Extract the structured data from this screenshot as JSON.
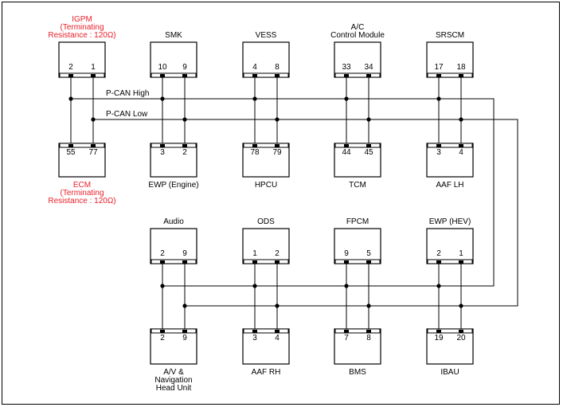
{
  "colors": {
    "line": "#000000",
    "terminating_label": "#e8202a",
    "background": "#ffffff"
  },
  "bus": {
    "high_label": "P-CAN High",
    "low_label": "P-CAN Low"
  },
  "modules": {
    "igpm": {
      "label": [
        "IGPM",
        "(Terminating",
        "Resistance : 120Ω)"
      ],
      "pins": [
        "2",
        "1"
      ],
      "terminating": true
    },
    "smk": {
      "label": [
        "SMK"
      ],
      "pins": [
        "10",
        "9"
      ]
    },
    "vess": {
      "label": [
        "VESS"
      ],
      "pins": [
        "4",
        "8"
      ]
    },
    "ac_control_module": {
      "label": [
        "A/C",
        "Control Module"
      ],
      "pins": [
        "33",
        "34"
      ]
    },
    "srscm": {
      "label": [
        "SRSCM"
      ],
      "pins": [
        "17",
        "18"
      ]
    },
    "ecm": {
      "label": [
        "ECM",
        "(Terminating",
        "Resistance : 120Ω)"
      ],
      "pins": [
        "55",
        "77"
      ],
      "terminating": true
    },
    "ewp_engine": {
      "label": [
        "EWP (Engine)"
      ],
      "pins": [
        "3",
        "2"
      ]
    },
    "hpcu": {
      "label": [
        "HPCU"
      ],
      "pins": [
        "78",
        "79"
      ]
    },
    "tcm": {
      "label": [
        "TCM"
      ],
      "pins": [
        "44",
        "45"
      ]
    },
    "aaf_lh": {
      "label": [
        "AAF LH"
      ],
      "pins": [
        "3",
        "4"
      ]
    },
    "audio": {
      "label": [
        "Audio"
      ],
      "pins": [
        "2",
        "9"
      ]
    },
    "ods": {
      "label": [
        "ODS"
      ],
      "pins": [
        "1",
        "2"
      ]
    },
    "fpcm": {
      "label": [
        "FPCM"
      ],
      "pins": [
        "9",
        "5"
      ]
    },
    "ewp_hev": {
      "label": [
        "EWP (HEV)"
      ],
      "pins": [
        "2",
        "1"
      ]
    },
    "av_navigation_head_unit": {
      "label": [
        "A/V &",
        "Navigation",
        "Head Unit"
      ],
      "pins": [
        "2",
        "9"
      ]
    },
    "aaf_rh": {
      "label": [
        "AAF RH"
      ],
      "pins": [
        "3",
        "4"
      ]
    },
    "bms": {
      "label": [
        "BMS"
      ],
      "pins": [
        "7",
        "8"
      ]
    },
    "ibau": {
      "label": [
        "IBAU"
      ],
      "pins": [
        "19",
        "20"
      ]
    }
  }
}
